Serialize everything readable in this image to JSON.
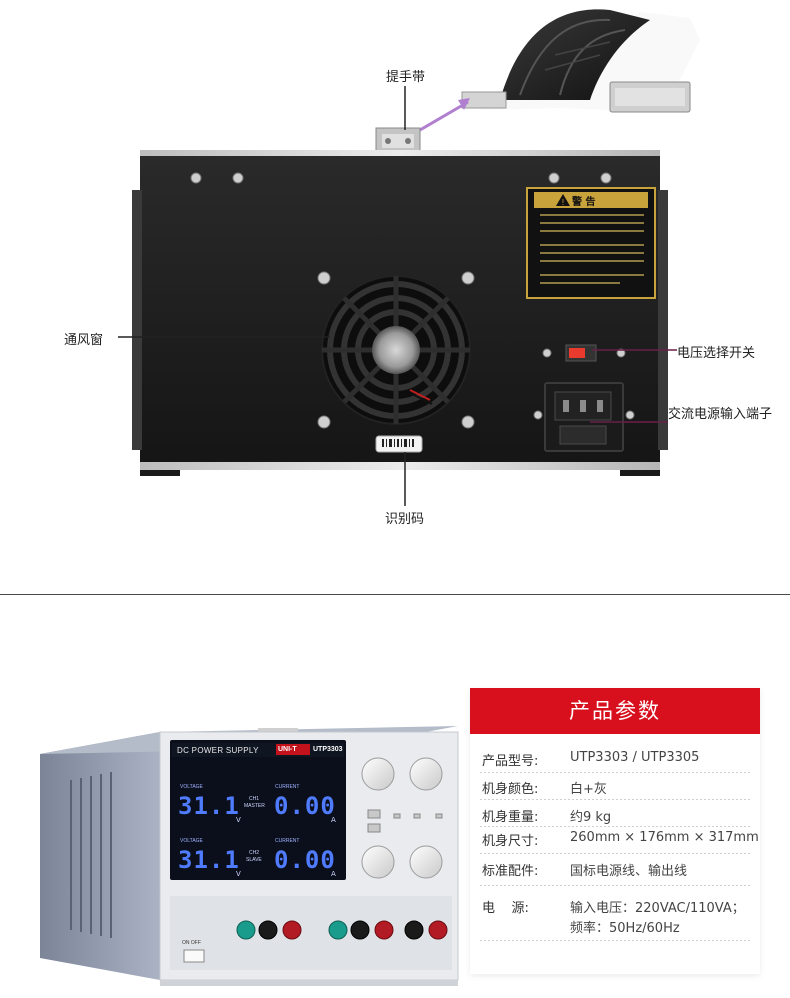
{
  "callouts": {
    "handle": "提手带",
    "vent": "通风窗",
    "voltage_switch": "电压选择开关",
    "ac_input": "交流电源输入端子",
    "id_code": "识别码"
  },
  "warning_label": {
    "title": "警 告"
  },
  "front_panel": {
    "brand_text": "DC POWER SUPPLY",
    "logo": "UNI-T",
    "model": "UTP3303",
    "ch1_voltage": "31.1",
    "ch1_current": "0.00",
    "ch2_voltage": "31.1",
    "ch2_current": "0.00",
    "voltage_label": "VOLTAGE",
    "current_label": "CURRENT",
    "unit_v": "V",
    "unit_a": "A",
    "ch1_mode": "CH1",
    "ch1_sub": "MASTER",
    "ch2_mode": "CH2",
    "ch2_sub": "SLAVE",
    "power_label": "ON OFF"
  },
  "specs": {
    "title": "产品参数",
    "rows": [
      {
        "label": "产品型号:",
        "value": "UTP3303 / UTP3305"
      },
      {
        "label": "机身颜色:",
        "value": "白+灰"
      },
      {
        "label": "机身重量:",
        "value": "约9 kg"
      },
      {
        "label": "机身尺寸:",
        "value": "260mm × 176mm × 317mm"
      },
      {
        "label": "标准配件:",
        "value": "国标电源线、输出线"
      }
    ],
    "power_label": "电    源:",
    "power_line1": "输入电压：220VAC/110VA；",
    "power_line2": "频率：50Hz/60Hz"
  }
}
